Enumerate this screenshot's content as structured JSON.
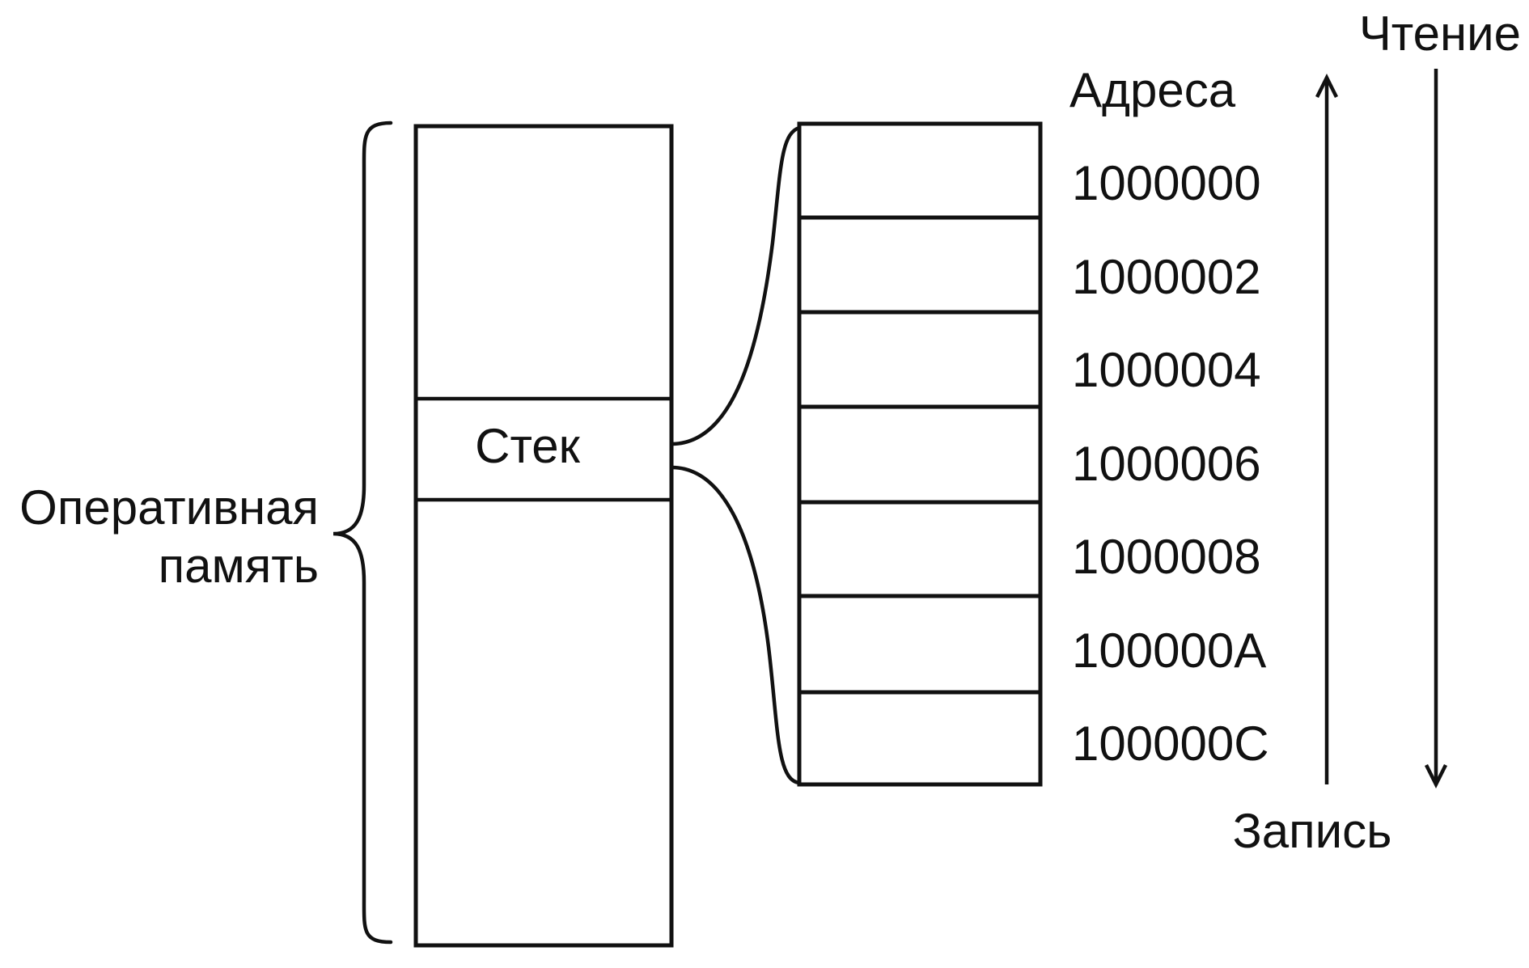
{
  "memory": {
    "label_line1": "Оперативная",
    "label_line2": "память",
    "stack_label": "Стек"
  },
  "addresses": {
    "header": "Адреса",
    "values": [
      "1000000",
      "1000002",
      "1000004",
      "1000006",
      "1000008",
      "100000A",
      "100000C"
    ]
  },
  "arrows": {
    "read_label": "Чтение",
    "write_label": "Запись"
  }
}
